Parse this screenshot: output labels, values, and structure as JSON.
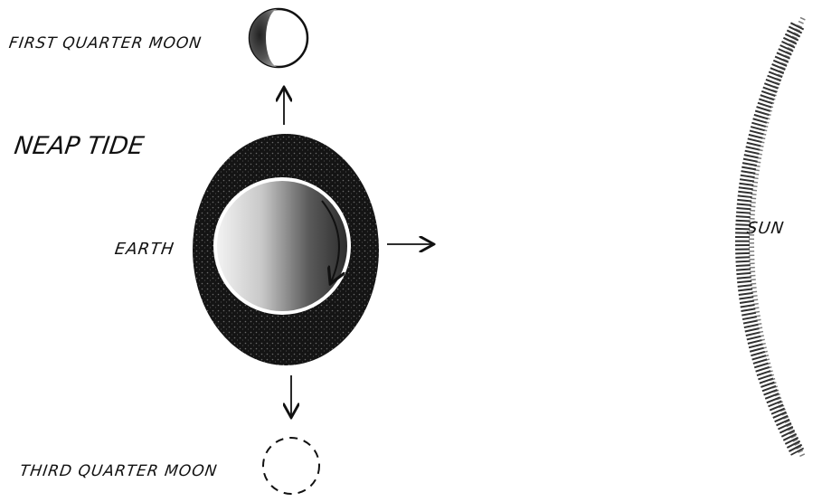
{
  "labels": {
    "first_quarter_moon": "FIRST QUARTER MOON",
    "neap_tide": "NEAP TIDE",
    "earth": "EARTH",
    "third_quarter_moon": "THIRD QUARTER MOON",
    "sun": "SUN"
  },
  "colors": {
    "ink": "#111111",
    "tidal_bulge": "#1c1c1c",
    "background": "#ffffff"
  }
}
